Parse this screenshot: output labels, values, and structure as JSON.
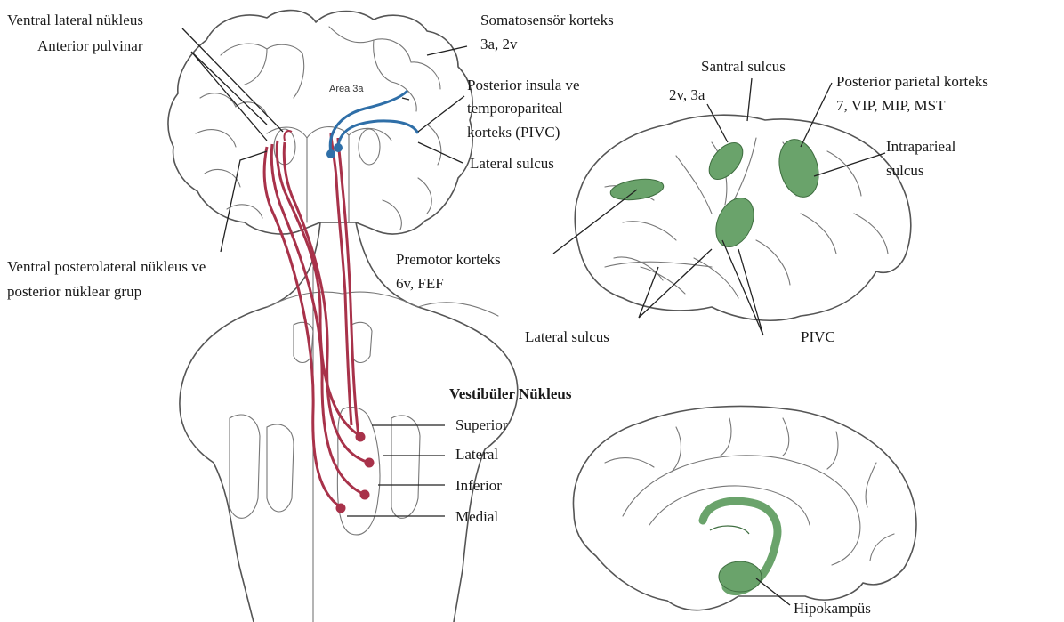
{
  "labels": {
    "ventral_lateral": "Ventral lateral nükleus",
    "anterior_pulvinar": "Anterior pulvinar",
    "somatosensory": "Somatosensör korteks",
    "somatosensory_areas": "3a, 2v",
    "area3a": "Area 3a",
    "pivc_line1": "Posterior insula ve",
    "pivc_line2": "temporopariteal",
    "pivc_line3": "korteks (PIVC)",
    "lateral_sulcus_left": "Lateral sulcus",
    "vpl_line1": "Ventral posterolateral nükleus ve",
    "vpl_line2": "posterior nüklear grup",
    "premotor": "Premotor korteks",
    "premotor_areas": "6v, FEF",
    "santral": "Santral sulcus",
    "santral_areas": "2v, 3a",
    "ppc": "Posterior parietal korteks",
    "ppc_areas": "7, VIP, MIP, MST",
    "intra_line1": "Intraparieal",
    "intra_line2": "sulcus",
    "lateral_sulcus_right": "Lateral sulcus",
    "pivc_right": "PIVC",
    "vestibular_title": "Vestibüler Nükleus",
    "superior": "Superior",
    "lateral": "Lateral",
    "inferior": "Inferior",
    "medial": "Medial",
    "hippocampus": "Hipokampüs"
  },
  "colors": {
    "pathway_red": "#a8324a",
    "pathway_blue": "#2f6fa8",
    "cortex_green": "#6aa36b",
    "outline_gray": "#555555"
  }
}
